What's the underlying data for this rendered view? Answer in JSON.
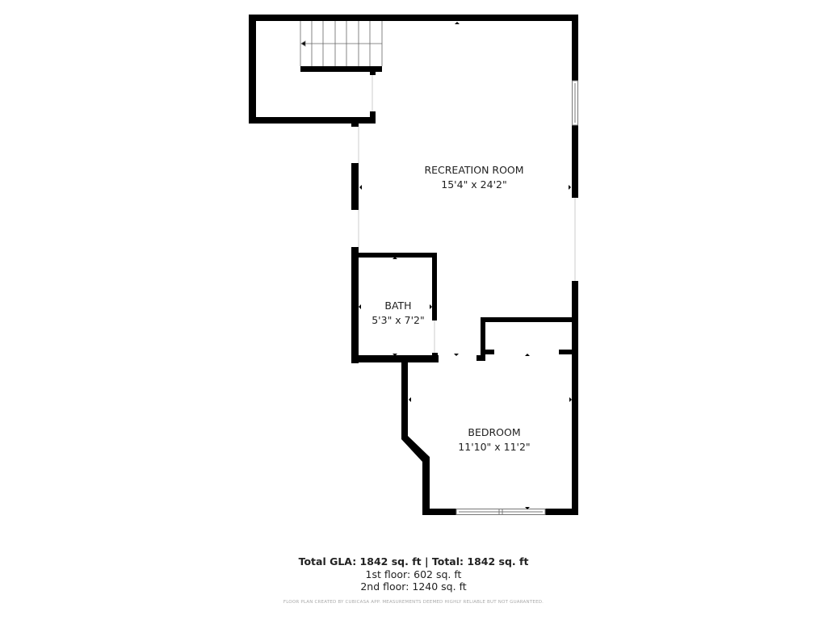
{
  "rooms": {
    "recreation": {
      "name": "RECREATION ROOM",
      "size": "15'4\" x 24'2\""
    },
    "bath": {
      "name": "BATH",
      "size": "5'3\" x 7'2\""
    },
    "bedroom": {
      "name": "BEDROOM",
      "size": "11'10\" x 11'2\""
    }
  },
  "summary": {
    "total": "Total GLA: 1842 sq. ft | Total: 1842 sq. ft",
    "floor1": "1st floor: 602 sq. ft",
    "floor2": "2nd floor: 1240 sq. ft",
    "disclaimer": "FLOOR PLAN CREATED BY CUBICASA APP. MEASUREMENTS DEEMED HIGHLY RELIABLE BUT NOT GUARANTEED."
  },
  "colors": {
    "wall": "#000000",
    "opening": "#cccccc",
    "text": "#222222"
  }
}
